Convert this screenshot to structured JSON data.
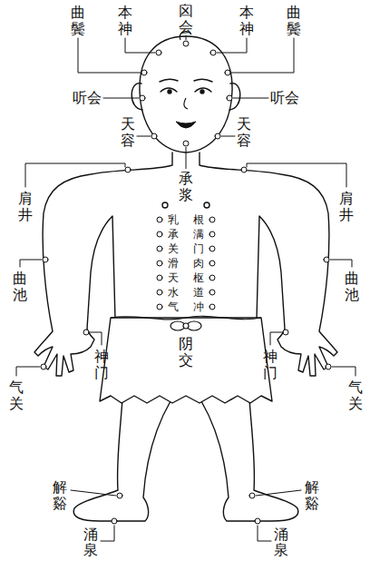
{
  "diagram": {
    "labels": [
      "曲鬓",
      "本神",
      "囟会",
      "本神",
      "曲鬓",
      "听会",
      "听会",
      "天容",
      "天容",
      "承浆",
      "肩井",
      "肩井",
      "乳根",
      "承满",
      "关门",
      "滑肉",
      "天枢",
      "水道",
      "气冲",
      "曲池",
      "曲池",
      "神门",
      "阴交",
      "神门",
      "气关",
      "气关",
      "解谿",
      "解谿",
      "涌泉",
      "涌泉"
    ]
  }
}
